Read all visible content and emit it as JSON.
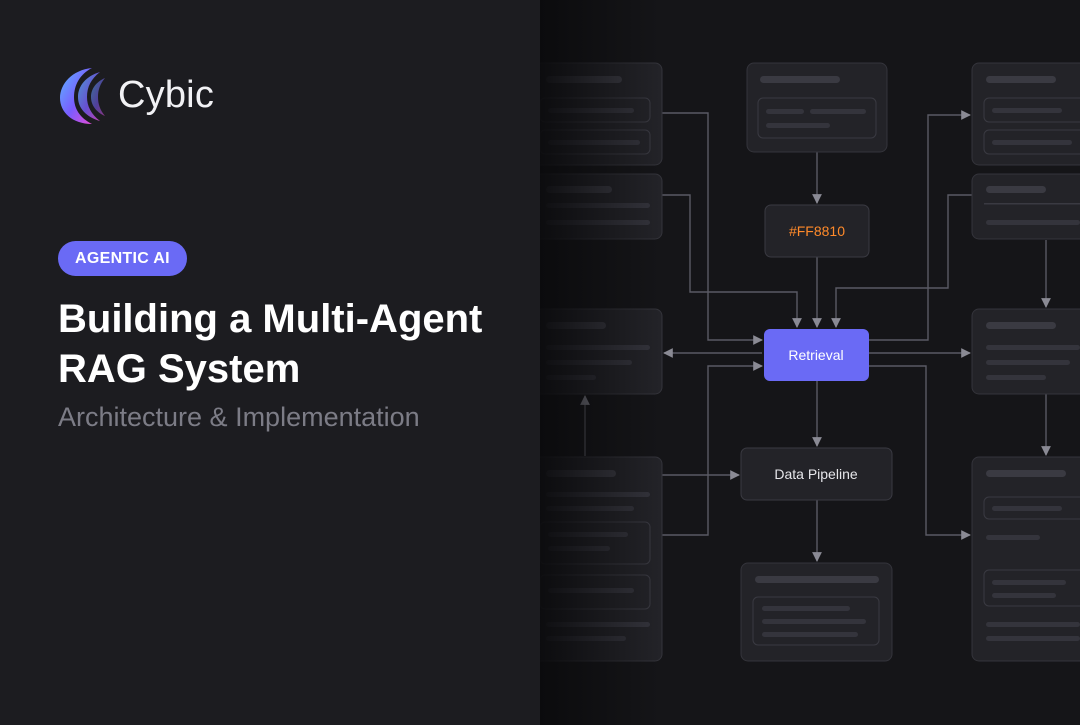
{
  "brand": {
    "name": "Cybic",
    "logo_icon": "crescent-logo-icon",
    "logo_colors": [
      "#5ab8ff",
      "#7a5cff",
      "#e44cd6"
    ]
  },
  "badge": {
    "label": "AGENTIC AI",
    "color": "#6a6af5"
  },
  "title": {
    "line1": "Building a Multi-Agent",
    "line2": "RAG System"
  },
  "subtitle": "Architecture & Implementation",
  "diagram": {
    "nodes": [
      {
        "id": "hex",
        "label": "#FF8810",
        "color": "#ff8a2a"
      },
      {
        "id": "retrieval",
        "label": "Retrieval",
        "color": "#6a6af5"
      },
      {
        "id": "pipeline",
        "label": "Data Pipeline"
      }
    ]
  }
}
